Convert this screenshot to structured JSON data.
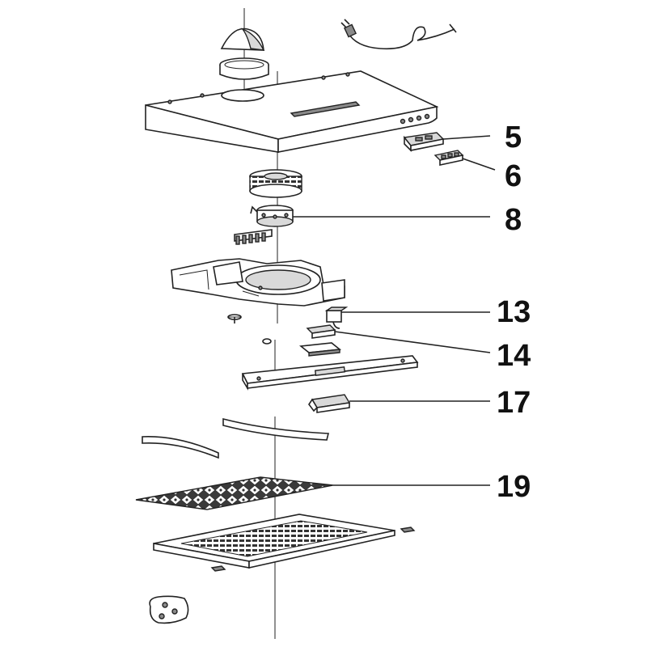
{
  "callouts": [
    {
      "id": "5",
      "label": "5"
    },
    {
      "id": "6",
      "label": "6"
    },
    {
      "id": "8",
      "label": "8"
    },
    {
      "id": "13",
      "label": "13"
    },
    {
      "id": "14",
      "label": "14"
    },
    {
      "id": "17",
      "label": "17"
    },
    {
      "id": "19",
      "label": "19"
    }
  ],
  "colors": {
    "line": "#222222",
    "background": "#ffffff",
    "filter_mesh": "#555555"
  },
  "parts": [
    "exhaust-flap",
    "outlet-collar",
    "power-cord",
    "hood-body",
    "switch-5",
    "switch-6",
    "fan-wheel",
    "motor-8",
    "capacitor-clip",
    "motor-housing",
    "screw",
    "capacitor-13",
    "lamp-holder-14",
    "cover-plate",
    "front-panel",
    "light-lens-17",
    "visor-left",
    "visor-right",
    "filter-19",
    "grease-filter-frame",
    "fixing-clip",
    "screw-bag"
  ]
}
